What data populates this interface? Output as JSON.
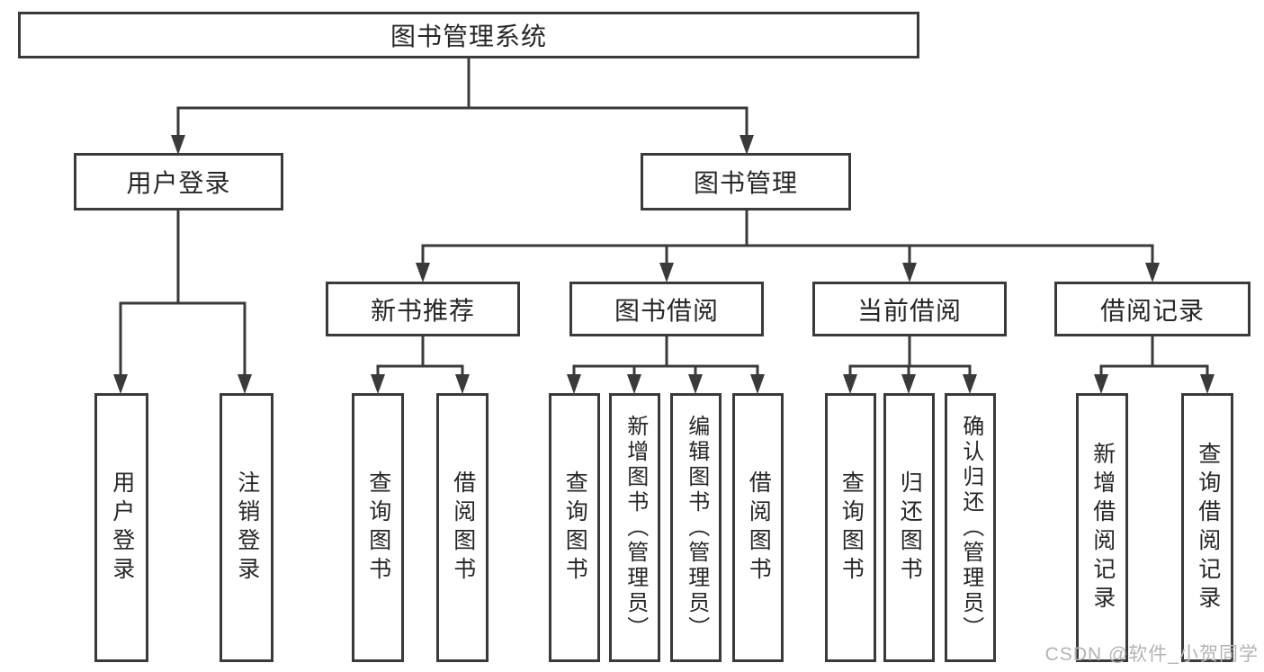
{
  "diagram": {
    "tree": {
      "label": "图书管理系统",
      "children": [
        {
          "label": "用户登录",
          "children": [
            {
              "label": "用户登录"
            },
            {
              "label": "注销登录"
            }
          ]
        },
        {
          "label": "图书管理",
          "children": [
            {
              "label": "新书推荐",
              "children": [
                {
                  "label": "查询图书"
                },
                {
                  "label": "借阅图书"
                }
              ]
            },
            {
              "label": "图书借阅",
              "children": [
                {
                  "label": "查询图书"
                },
                {
                  "label": "新增图书（管理员）"
                },
                {
                  "label": "编辑图书（管理员）"
                },
                {
                  "label": "借阅图书"
                }
              ]
            },
            {
              "label": "当前借阅",
              "children": [
                {
                  "label": "查询图书"
                },
                {
                  "label": "归还图书"
                },
                {
                  "label": "确认归还（管理员）"
                }
              ]
            },
            {
              "label": "借阅记录",
              "children": [
                {
                  "label": "新增借阅记录"
                },
                {
                  "label": "查询借阅记录"
                }
              ]
            }
          ]
        }
      ]
    },
    "colors": {
      "line": "#3a3a3a",
      "box_border": "#3a3a3a",
      "text": "#262626",
      "watermark": "#b4b4b4",
      "background": "#ffffff"
    },
    "watermark": "CSDN @软件_小贺同学"
  }
}
